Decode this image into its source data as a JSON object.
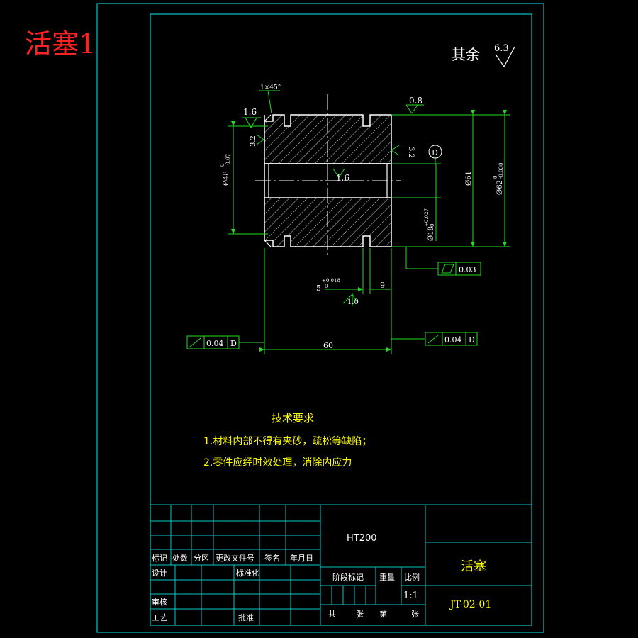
{
  "corner_title": "活塞1",
  "roughness_note": {
    "label": "其余",
    "value": "6.3"
  },
  "annotations": {
    "chamfer": "1×45°",
    "rough_1_6_top": "1.6",
    "rough_0_8": "0.8",
    "rough_3_2_left": "3.2",
    "rough_3_2_right": "3.2",
    "rough_1_6_bore": "1.6",
    "rough_1_0_groove": "1.0",
    "datum_d": "D"
  },
  "dimensions": {
    "dia_48": "Ø48",
    "dia_48_tol_upper": "0",
    "dia_48_tol_lower": "-0.07",
    "dia_61": "Ø61",
    "dia_62": "Ø62",
    "dia_62_tol_upper": "0",
    "dia_62_tol_lower": "-0.030",
    "dia_18": "Ø18",
    "dia_18_tol_upper": "+0.027",
    "dia_18_tol_lower": "0",
    "groove_5": "5",
    "groove_5_tol_upper": "+0.018",
    "groove_5_tol_lower": "0",
    "dim_9": "9",
    "dim_60": "60"
  },
  "tolerance_frames": {
    "right_cyl": {
      "value": "0.03"
    },
    "left_runout": {
      "value": "0.04",
      "datum": "D"
    },
    "right_runout": {
      "value": "0.04",
      "datum": "D"
    }
  },
  "tech_requirements": {
    "heading": "技术要求",
    "items": [
      "1.材料内部不得有夹砂，疏松等缺陷；",
      "2.零件应经时效处理，消除内应力"
    ]
  },
  "title_block": {
    "material": "HT200",
    "part_name": "活塞",
    "drawing_no": "JT-02-01",
    "scale": "1:1",
    "headers": [
      "标记",
      "处数",
      "分区",
      "更改文件号",
      "签名",
      "年月日"
    ],
    "design": "设计",
    "standardize": "标准化",
    "review": "审核",
    "process": "工艺",
    "approve": "批准",
    "stage_mark": "阶段标记",
    "weight": "重量",
    "ratio": "比例",
    "total": "共",
    "sheets": "张",
    "sheet_no": "第",
    "sheet_unit": "张"
  }
}
